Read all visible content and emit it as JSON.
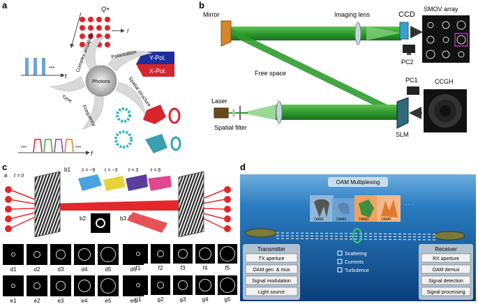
{
  "panel_letters": {
    "a": "a",
    "b": "b",
    "c": "c",
    "d": "d"
  },
  "panel_a": {
    "center": "Photons",
    "arms": [
      "Complex amplitude",
      "Polarization",
      "Spatial structure",
      "Frequency",
      "Time"
    ],
    "q_label": "Q+",
    "i_label": "I",
    "t_label": "t",
    "f_label": "f",
    "ypol": "Y-Pol.",
    "xpol": "X-Pol.",
    "dots": "***",
    "colors": {
      "amplitude": "#e0242a",
      "ypol": "#1d2f9b",
      "xpol": "#d6252c",
      "pulses": "#6fa4d8",
      "cyan": "#2fb7b7"
    }
  },
  "panel_b": {
    "mirror": "Mirror",
    "imaging_lens": "Imaging lens",
    "ccd": "CCD",
    "smov": "SMOV array",
    "pc2": "PC2",
    "free_space": "Free space",
    "pc1": "PC1",
    "ccgh": "CCGH",
    "laser": "Laser",
    "spatial_filter": "Spatial filter",
    "slm": "SLM",
    "colors": {
      "beam": "#3fa83a",
      "beam_dark": "#1f7b1f"
    }
  },
  "panel_c": {
    "sub_a": "a",
    "ell0": "ℓ = 0",
    "b1": "b1",
    "ell_values": [
      "ℓ = −9",
      "ℓ = −3",
      "ℓ = 3",
      "ℓ = 9"
    ],
    "b2": "b2",
    "b3": "b3",
    "row_d": [
      "d1",
      "d2",
      "d3",
      "d4",
      "d5",
      "d6"
    ],
    "row_f": [
      "f1",
      "f2",
      "f3",
      "f4",
      "f5"
    ],
    "row_e": [
      "e1",
      "e2",
      "e3",
      "e4",
      "e5",
      "e6"
    ],
    "row_g": [
      "g1",
      "g2",
      "g3",
      "g4",
      "g5"
    ],
    "colors": {
      "beam": "#e3282c",
      "helix1": "#4aa3df",
      "helix2": "#e8d23a",
      "helix3": "#5a3d9c",
      "helix4": "#e0478e"
    }
  },
  "panel_d": {
    "title": "OAM Multiplexing",
    "oam_cards": [
      "OAM1",
      "OAM2",
      "OAM3",
      "OAM4"
    ],
    "dots": "· · ·",
    "transmitter": {
      "title": "Transmitter",
      "steps": [
        "TX aperture",
        "OAM gen. & mux",
        "Signal modulation",
        "Light source"
      ]
    },
    "receiver": {
      "title": "Receiver",
      "steps": [
        "RX aperture",
        "OAM demux",
        "Signal detection",
        "Signal processing"
      ]
    },
    "effects": [
      "Scattering",
      "Currents",
      "Turbulence"
    ],
    "colors": {
      "sea_top": "#2a7cc0",
      "sea_bottom": "#0b3f7a",
      "card1": "#8fb7d9",
      "card2": "#6aa2d3",
      "card3": "#f1a35e",
      "card4": "#f3b98c"
    }
  }
}
